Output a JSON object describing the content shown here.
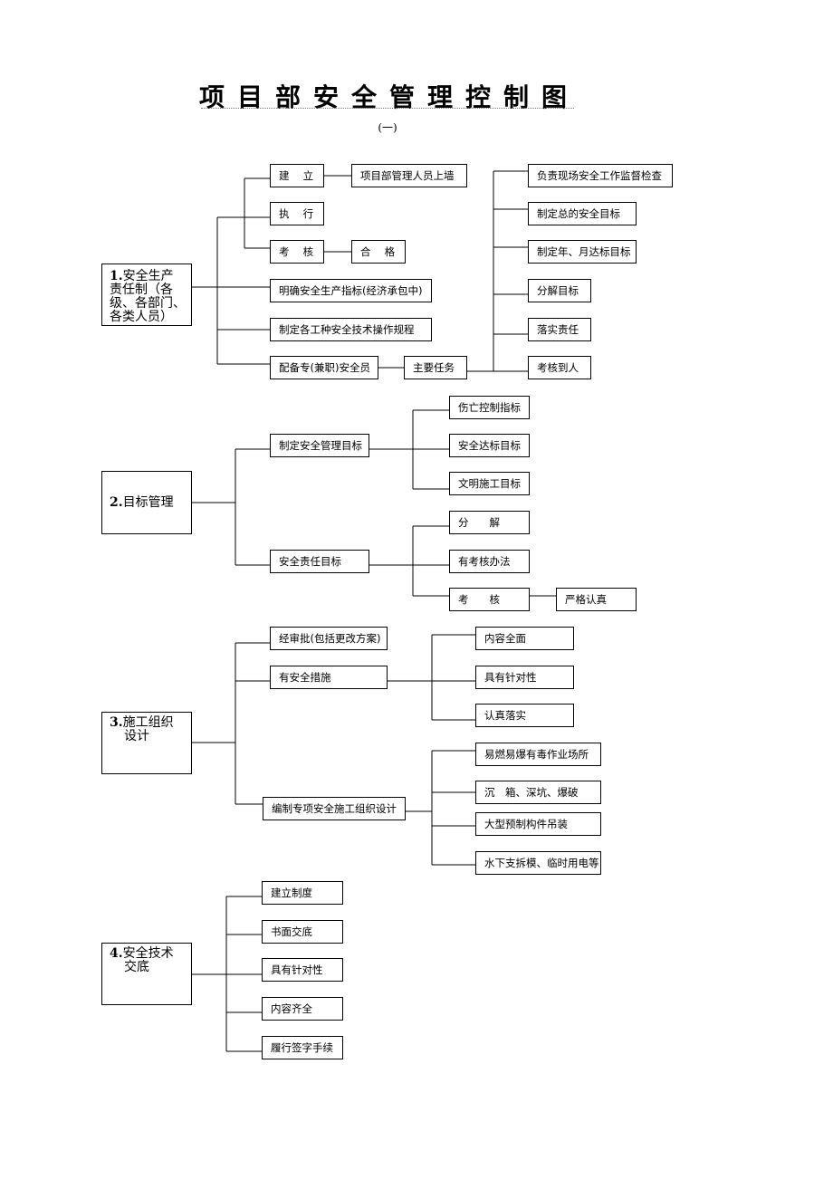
{
  "title": "项目部安全管理控制图",
  "subtitle": "(一)",
  "section1": {
    "root_label": "1.安全生产责任制（各级、各部门、各类人员）",
    "root_number": "1.",
    "root_lines": [
      "安全生产",
      "责任制（各",
      "级、各部门、",
      "各类人员）"
    ],
    "items": {
      "establish": "建　 立",
      "manager_on_wall": "项目部管理人员上墙",
      "execute": "执　 行",
      "assess": "考　 核",
      "qualified": "合　 格",
      "indicators": "明确安全生产指标(经济承包中)",
      "regulations": "制定各工种安全技术操作规程",
      "safety_officer": "配备专(兼职)安全员",
      "main_tasks": "主要任务"
    },
    "tasks": [
      "负责现场安全工作监督检查",
      "制定总的安全目标",
      "制定年、月达标目标",
      "分解目标",
      "落实责任",
      "考核到人"
    ]
  },
  "section2": {
    "root_label": "2.目标管理",
    "root_number": "2.",
    "root_text": "目标管理",
    "goals": "制定安全管理目标",
    "goal_items": [
      "伤亡控制指标",
      "安全达标目标",
      "文明施工目标"
    ],
    "responsibility": "安全责任目标",
    "resp_items": [
      "分　　解",
      "有考核办法",
      "考　　核"
    ],
    "strict": "严格认真"
  },
  "section3": {
    "root_label": "3.施工组织设计",
    "root_number": "3.",
    "root_lines": [
      "施工组织",
      "设计"
    ],
    "approval": "经审批(包括更改方案)",
    "measures": "有安全措施",
    "measure_items": [
      "内容全面",
      "具有针对性",
      "认真落实"
    ],
    "special": "编制专项安全施工组织设计",
    "special_items": [
      "易燃易爆有毒作业场所",
      "沉　箱、深坑、爆破",
      "大型预制构件吊装",
      "水下支拆模、临时用电等"
    ]
  },
  "section4": {
    "root_label": "4.安全技术交底",
    "root_number": "4.",
    "root_lines": [
      "安全技术",
      "交底"
    ],
    "items": [
      "建立制度",
      "书面交底",
      "具有针对性",
      "内容齐全",
      "履行签字手续"
    ]
  }
}
